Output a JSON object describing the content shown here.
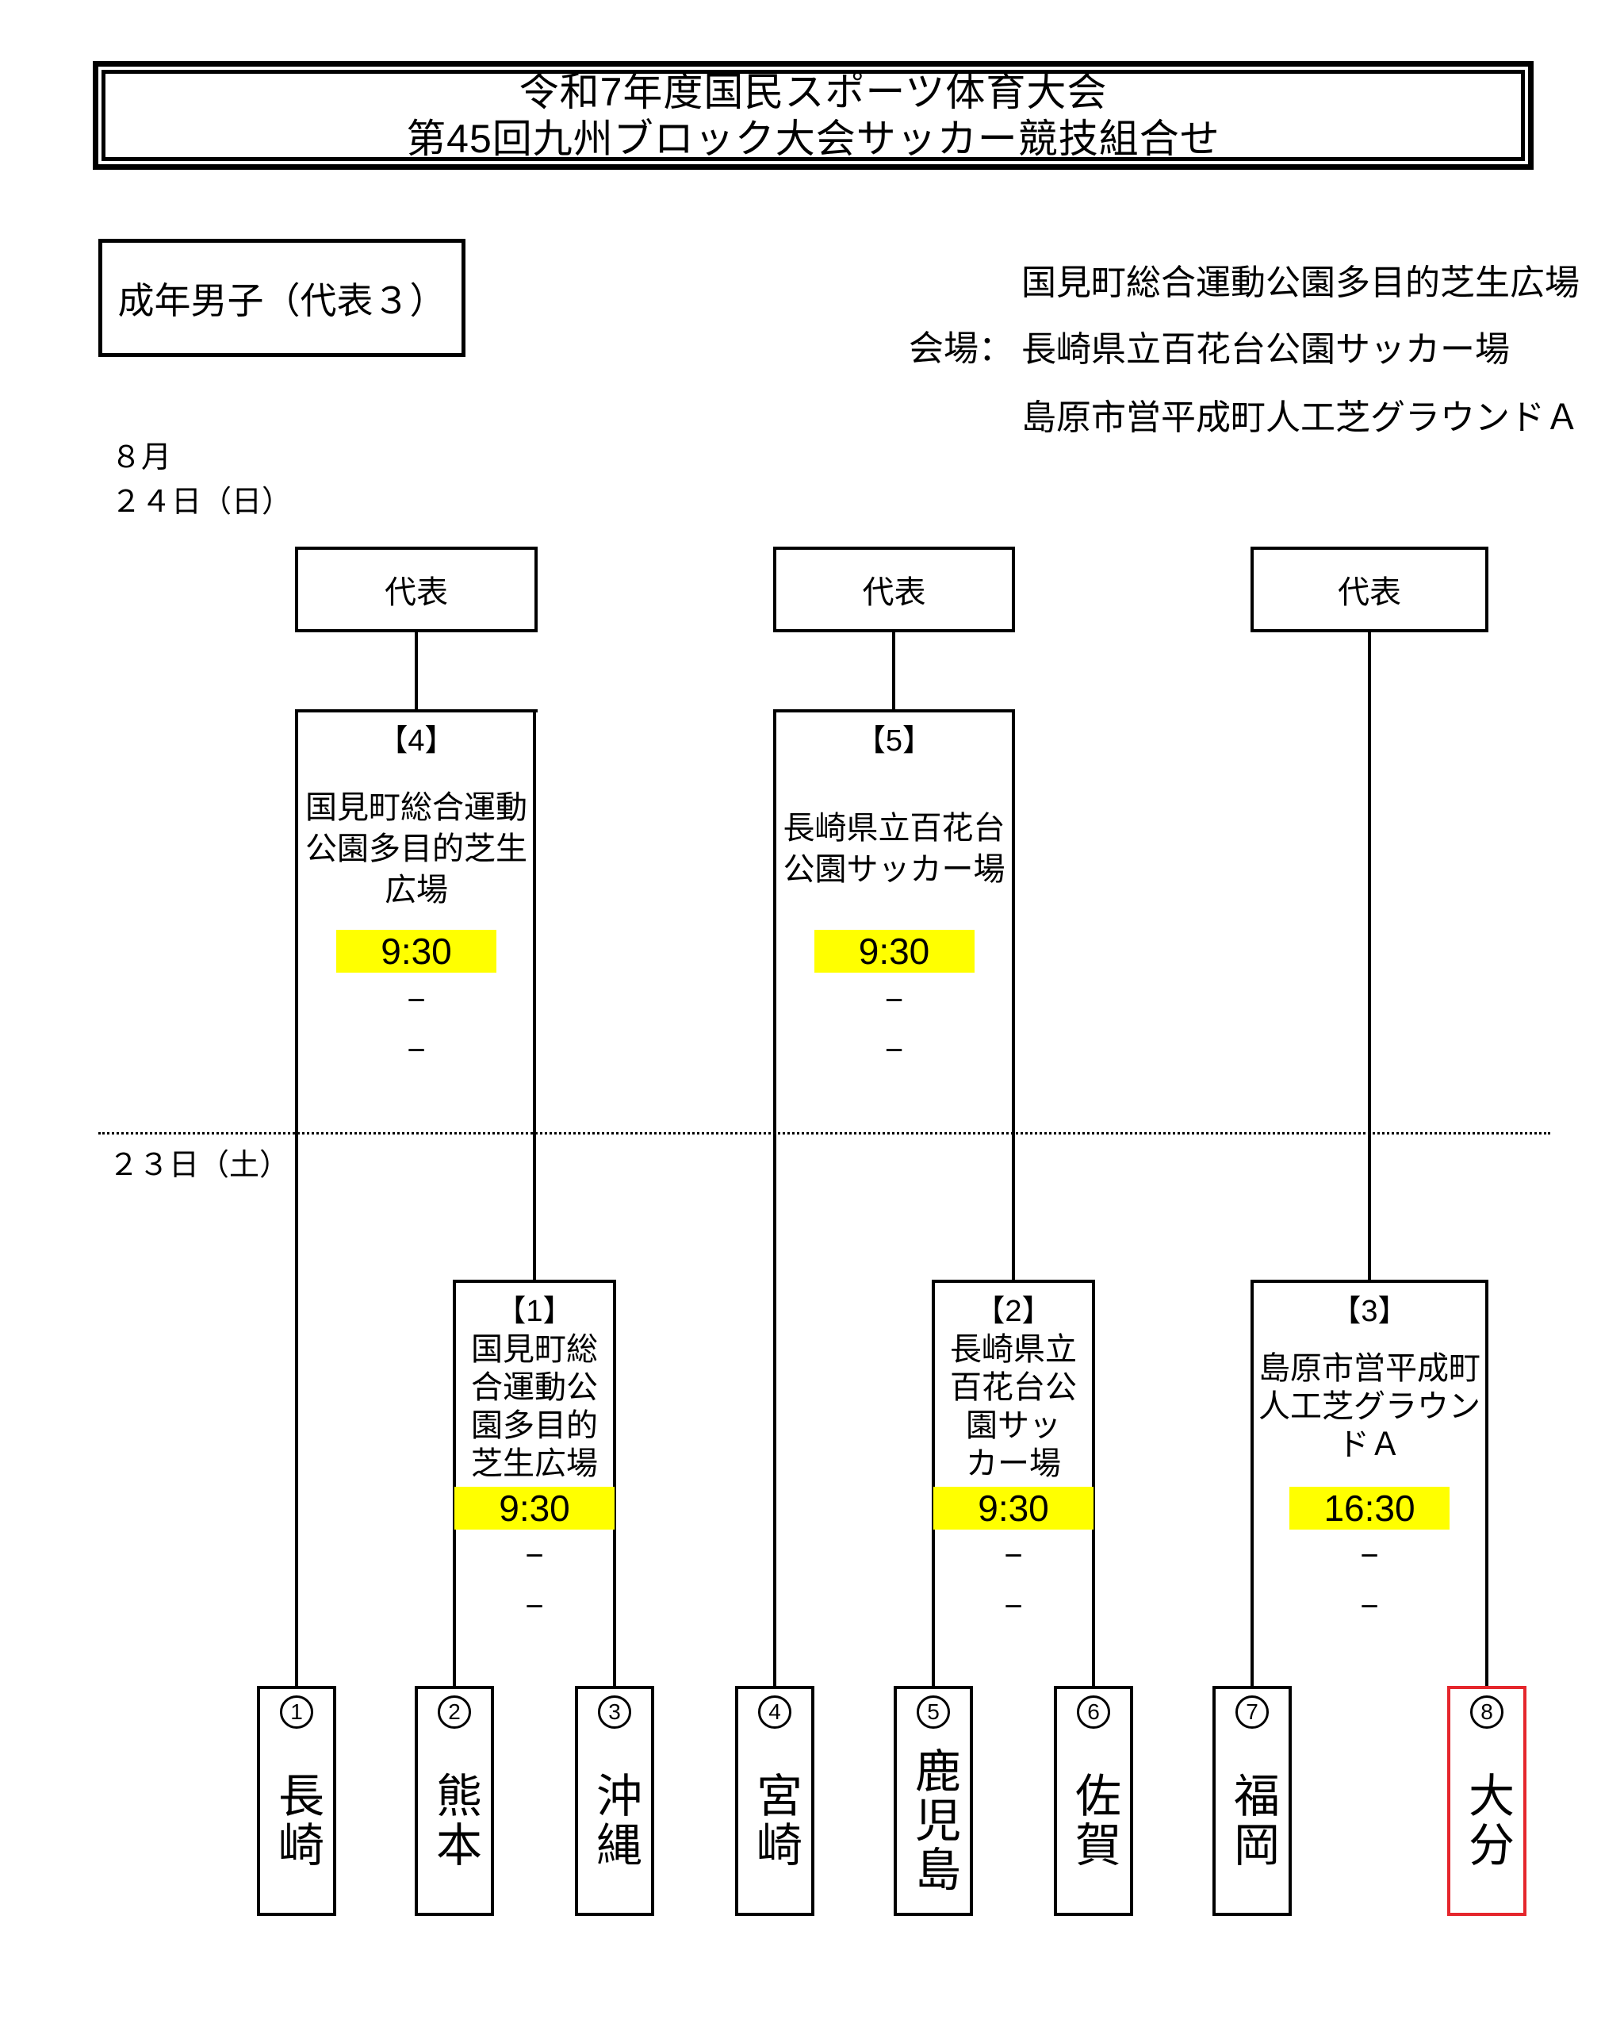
{
  "title": {
    "line1": "令和7年度国民スポーツ体育大会",
    "line2": "第45回九州ブロック大会サッカー競技組合せ"
  },
  "category": "成年男子（代表３）",
  "venue_section": {
    "label": "会場：",
    "venues": [
      "国見町総合運動公園多目的芝生広場",
      "長崎県立百花台公園サッカー場",
      "島原市営平成町人工芝グラウンドＡ"
    ]
  },
  "dates": {
    "month": "８月",
    "day24": "２４日（日）",
    "day23": "２３日（土）"
  },
  "qualifiers": [
    "代表",
    "代表",
    "代表"
  ],
  "matches": [
    {
      "label": "【1】",
      "venue": "国見町総\n合運動公\n園多目的\n芝生広場",
      "time": "9:30",
      "dashes": [
        "−",
        "−"
      ]
    },
    {
      "label": "【2】",
      "venue": "長崎県立\n百花台公\n園サッ\nカー場",
      "time": "9:30",
      "dashes": [
        "−",
        "−"
      ]
    },
    {
      "label": "【3】",
      "venue": "島原市営平成町\n人工芝グラウン\nドＡ",
      "time": "16:30",
      "dashes": [
        "−",
        "−"
      ]
    },
    {
      "label": "【4】",
      "venue": "国見町総合運動\n公園多目的芝生\n広場",
      "time": "9:30",
      "dashes": [
        "−",
        "−"
      ]
    },
    {
      "label": "【5】",
      "venue": "長崎県立百花台\n公園サッカー場",
      "time": "9:30",
      "dashes": [
        "−",
        "−"
      ]
    }
  ],
  "teams": [
    {
      "number": "1",
      "name": "長崎",
      "highlighted": false
    },
    {
      "number": "2",
      "name": "熊本",
      "highlighted": false
    },
    {
      "number": "3",
      "name": "沖縄",
      "highlighted": false
    },
    {
      "number": "4",
      "name": "宮崎",
      "highlighted": false
    },
    {
      "number": "5",
      "name": "鹿児島",
      "highlighted": false
    },
    {
      "number": "6",
      "name": "佐賀",
      "highlighted": false
    },
    {
      "number": "7",
      "name": "福岡",
      "highlighted": false
    },
    {
      "number": "8",
      "name": "大分",
      "highlighted": true
    }
  ],
  "colors": {
    "time_highlight": "#ffff00",
    "highlighted_team_border": "#e5262c",
    "line_color": "#000000"
  }
}
